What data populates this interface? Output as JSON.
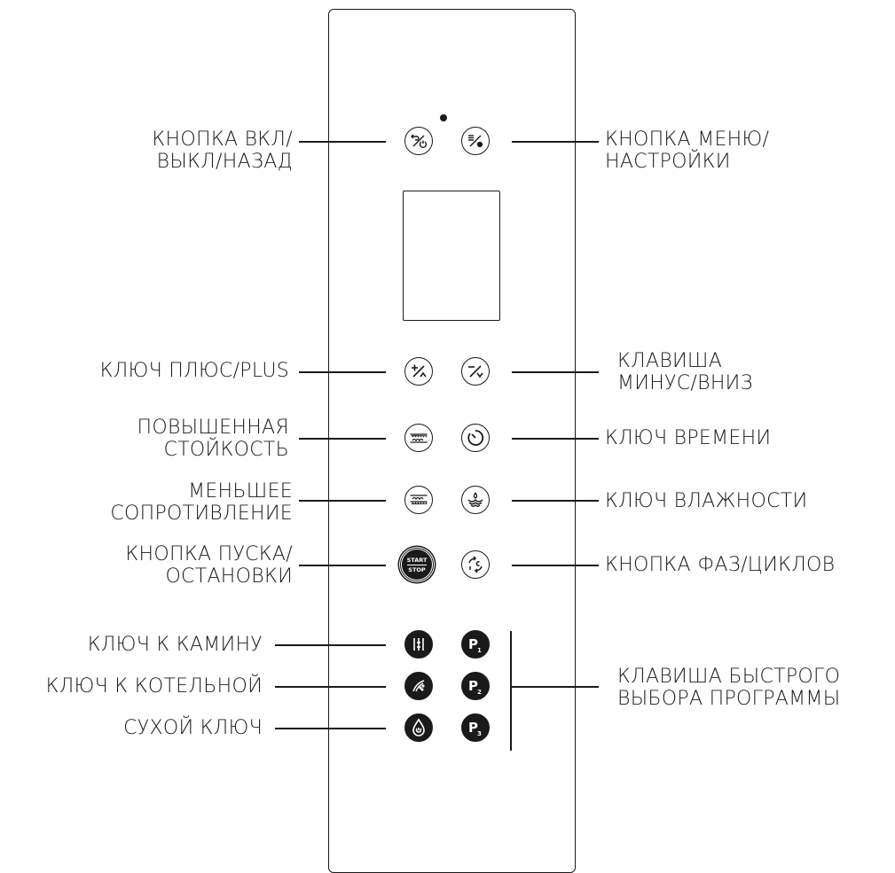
{
  "labels": {
    "on_off_back": [
      "КНОПКА ВКЛ/",
      "ВЫКЛ/НАЗАД"
    ],
    "menu_settings": [
      "КНОПКА МЕНЮ/",
      "НАСТРОЙКИ"
    ],
    "plus_key": [
      "КЛЮЧ ПЛЮС/PLUS"
    ],
    "minus_key": [
      "КЛАВИША",
      "МИНУС/ВНИЗ"
    ],
    "increased_resistance": [
      "ПОВЫШЕННАЯ",
      "СТОЙКОСТЬ"
    ],
    "time_key": [
      "КЛЮЧ ВРЕМЕНИ"
    ],
    "less_resistance": [
      "МЕНЬШЕЕ",
      "СОПРОТИВЛЕНИЕ"
    ],
    "humidity_key": [
      "КЛЮЧ ВЛАЖНОСТИ"
    ],
    "start_stop": [
      "КНОПКА ПУСКА/",
      "ОСТАНОВКИ"
    ],
    "phases_cycles": [
      "КНОПКА ФАЗ/ЦИКЛОВ"
    ],
    "fireplace_key": [
      "КЛЮЧ К КАМИНУ"
    ],
    "boiler_key": [
      "КЛЮЧ К КОТЕЛЬНОЙ"
    ],
    "dry_key": [
      "СУХОЙ КЛЮЧ"
    ],
    "quick_program": [
      "КЛАВИША БЫСТРОГО",
      "ВЫБОРА ПРОГРАММЫ"
    ]
  },
  "start_stop_button": {
    "top": "START",
    "bottom": "STOP"
  },
  "program_buttons": [
    {
      "letter": "P",
      "index": "1"
    },
    {
      "letter": "P",
      "index": "2"
    },
    {
      "letter": "P",
      "index": "3"
    }
  ],
  "icons": {
    "power": "power-back-icon",
    "menu": "menu-settings-icon",
    "plus": "plus-up-icon",
    "minus": "minus-down-icon",
    "top_heat": "top-heat-icon",
    "timer": "timer-icon",
    "bottom_heat": "bottom-heat-icon",
    "humidity": "humidity-icon",
    "cycles": "cycles-icon",
    "fireplace": "fireplace-icon",
    "boiler": "boiler-icon",
    "dry": "dry-icon"
  }
}
